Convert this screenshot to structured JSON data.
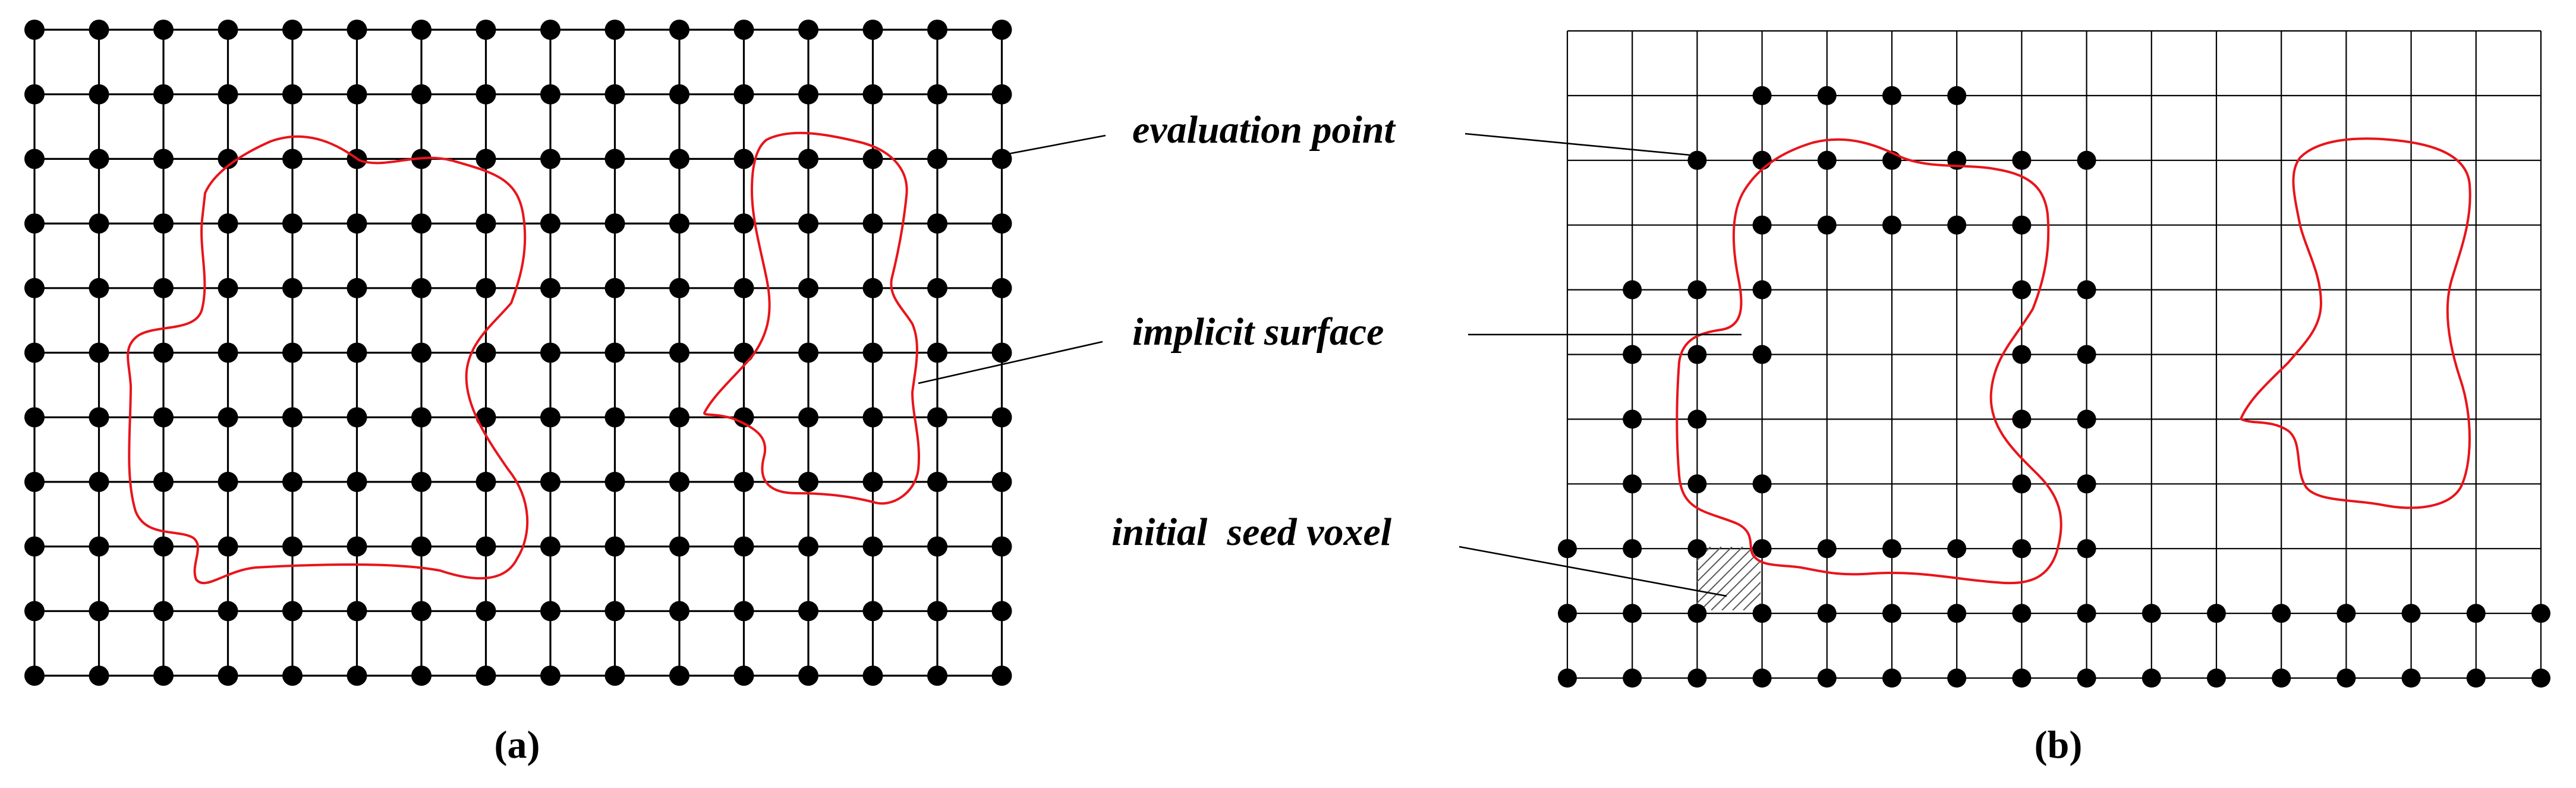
{
  "labels": {
    "evaluation_point": "evaluation point",
    "implicit_surface": "implicit surface",
    "initial_seed_voxel": "initial  seed voxel"
  },
  "panels": {
    "a": "(a)",
    "b": "(b)"
  },
  "colors": {
    "grid": "#000000",
    "surface": "#e8141b",
    "points": "#000000"
  }
}
